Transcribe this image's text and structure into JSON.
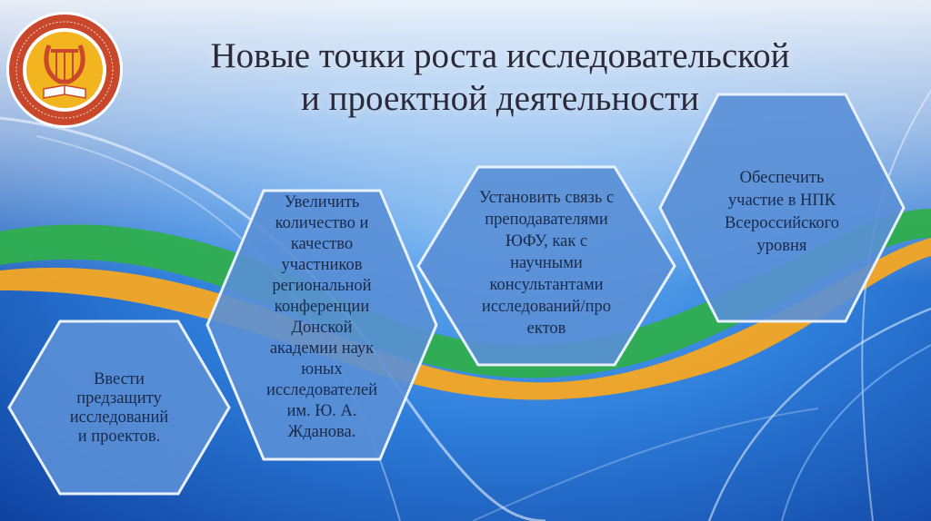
{
  "slide": {
    "title_line1": "Новые точки роста исследовательской",
    "title_line2": "и проектной деятельности"
  },
  "hexagons": [
    {
      "text_lines": [
        "Ввести",
        "предзащиту",
        "исследований",
        "и проектов."
      ]
    },
    {
      "text_lines": [
        "Увеличить",
        "количество и",
        "качество",
        "участников",
        "региональной",
        "конференции",
        "Донской",
        "академии наук",
        "юных",
        "исследователей",
        "им. Ю. А.",
        "Жданова."
      ]
    },
    {
      "text_lines": [
        "Установить связь с",
        "преподавателями",
        "ЮФУ, как с",
        "научными",
        "консультантами",
        "исследований/про",
        "ектов"
      ]
    },
    {
      "text_lines": [
        "Обеспечить",
        "участие в НПК",
        "Всероссийского",
        "уровня"
      ]
    }
  ],
  "colors": {
    "background": "#1f66c9",
    "hex_fill": "#5a8fd6",
    "hex_border": "#e8f1ff",
    "stripe_green": "#2fae4e",
    "stripe_orange": "#f5a623",
    "logo_ring": "#c9482c",
    "logo_center": "#f2b41f"
  },
  "icons": {
    "logo": "lyre-and-book-emblem-icon"
  }
}
